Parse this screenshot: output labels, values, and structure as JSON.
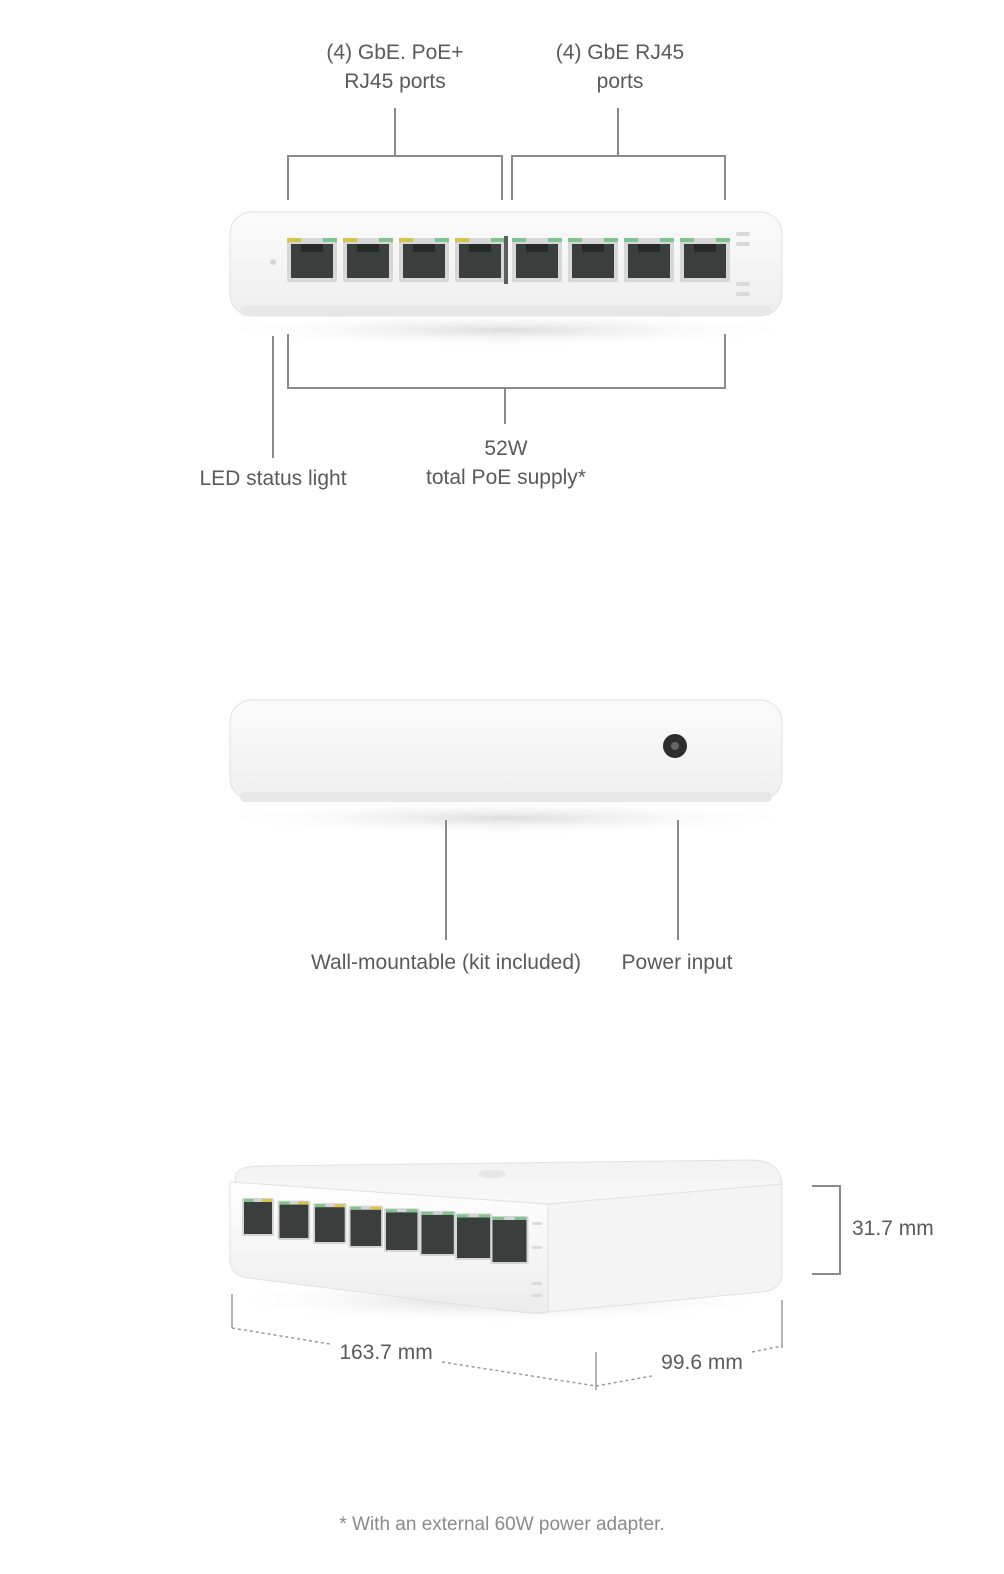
{
  "front_view": {
    "poe_ports_label_line1": "(4) GbE. PoE+",
    "poe_ports_label_line2": "RJ45 ports",
    "rj45_ports_label_line1": "(4) GbE RJ45",
    "rj45_ports_label_line2": "ports",
    "led_label": "LED status light",
    "poe_supply_line1": "52W",
    "poe_supply_line2": "total PoE supply*",
    "port_count": 8
  },
  "back_view": {
    "wall_mount_label": "Wall-mountable (kit included)",
    "power_label": "Power input"
  },
  "dimensions_view": {
    "height_label": "31.7 mm",
    "width_label": "163.7 mm",
    "depth_label": "99.6 mm",
    "port_count": 8
  },
  "footnote": "* With an external 60W power adapter.",
  "colors": {
    "device_body": "#f6f6f6",
    "port_dark": "#3a3f3e",
    "port_accent_green": "#7fc48a",
    "port_accent_yellow": "#d8c24a",
    "text": "#5a5a5a",
    "lines": "#8a8a8a"
  }
}
